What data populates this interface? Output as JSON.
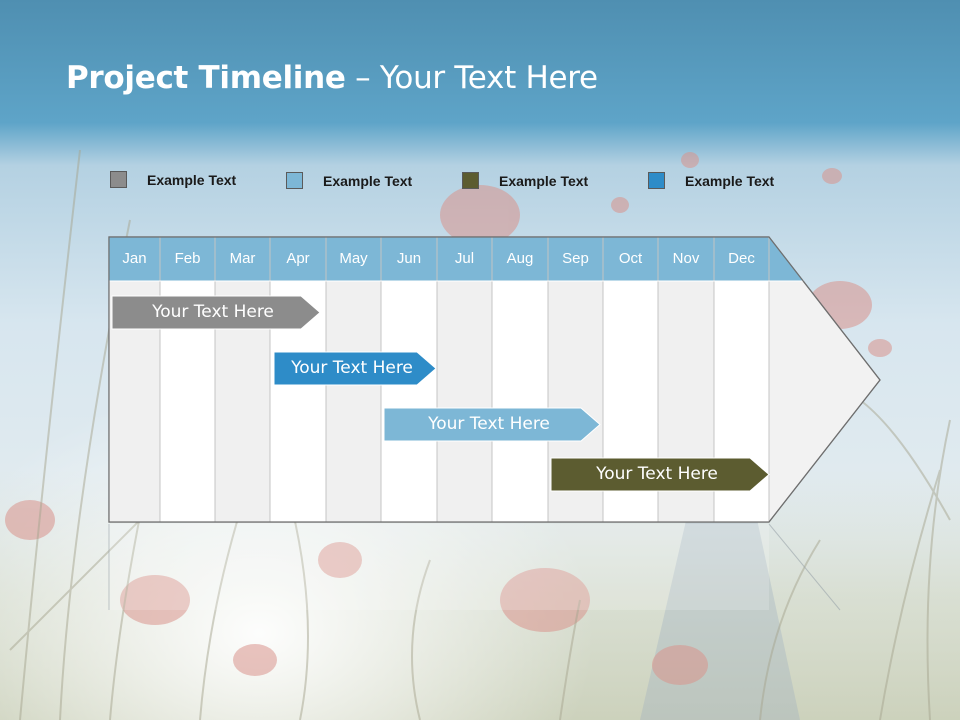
{
  "slide": {
    "title_bold": "Project Timeline",
    "title_rest": " – Your Text Here"
  },
  "legend": [
    {
      "label": "Example Text",
      "color": "#8c8c8c"
    },
    {
      "label": "Example Text",
      "color": "#7db7d6"
    },
    {
      "label": "Example Text",
      "color": "#5c5c30"
    },
    {
      "label": "Example Text",
      "color": "#2e8cc8"
    }
  ],
  "timeline": {
    "months": [
      "Jan",
      "Feb",
      "Mar",
      "Apr",
      "May",
      "Jun",
      "Jul",
      "Aug",
      "Sep",
      "Oct",
      "Nov",
      "Dec"
    ],
    "header_color": "#7db7d6",
    "tasks": [
      {
        "label": "Your  Text Here",
        "color": "#8c8c8c"
      },
      {
        "label": "Your  Text Here",
        "color": "#2e8cc8"
      },
      {
        "label": "Your  Text Here",
        "color": "#7db7d6"
      },
      {
        "label": "Your  Text Here",
        "color": "#5c5c30"
      }
    ]
  }
}
